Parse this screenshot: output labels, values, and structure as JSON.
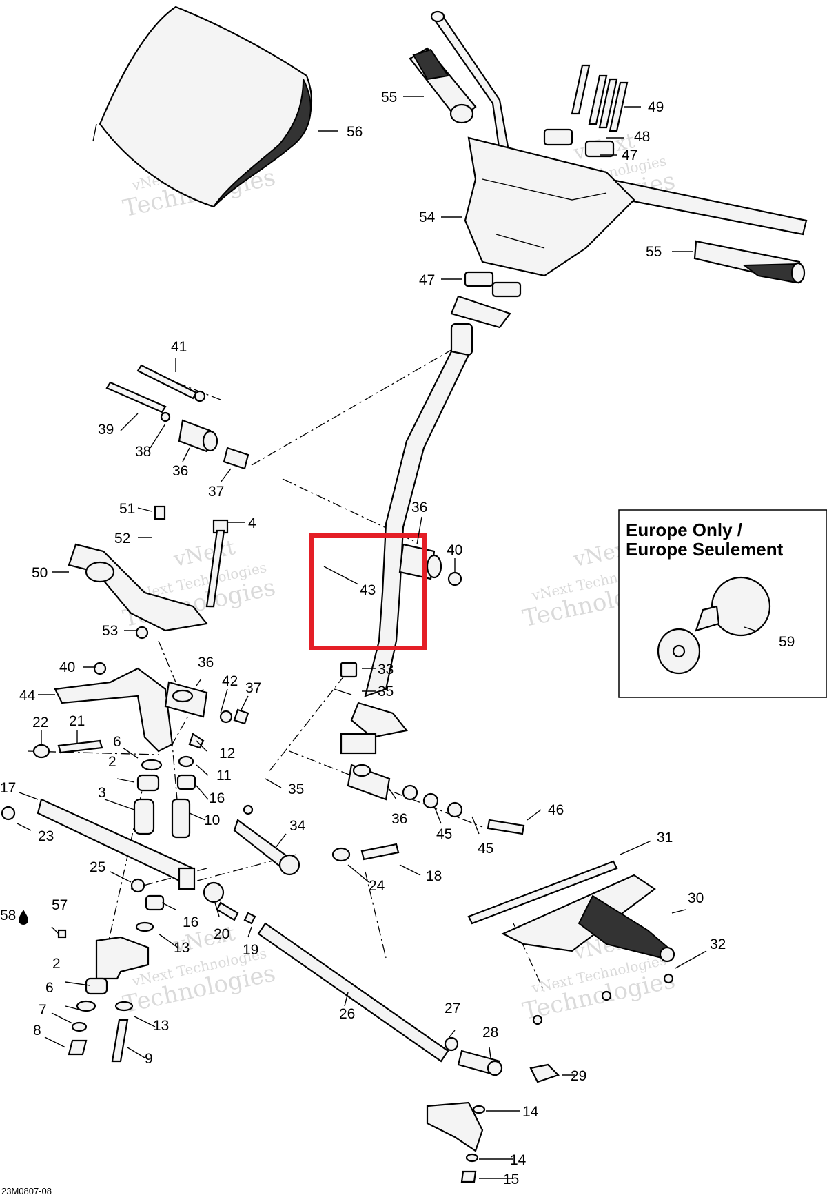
{
  "diagram": {
    "code": "23M0807-08",
    "watermark": {
      "line1": "vNext",
      "line2": "vNext Technologies",
      "line3": "Technologies"
    },
    "inset": {
      "title_line1": "Europe Only /",
      "title_line2": "Europe Seulement"
    },
    "highlight": {
      "label": "43",
      "color": "#e41e26"
    },
    "callouts": [
      {
        "id": "c56",
        "label": "56"
      },
      {
        "id": "c55a",
        "label": "55"
      },
      {
        "id": "c49",
        "label": "49"
      },
      {
        "id": "c48",
        "label": "48"
      },
      {
        "id": "c47a",
        "label": "47"
      },
      {
        "id": "c54",
        "label": "54"
      },
      {
        "id": "c55b",
        "label": "55"
      },
      {
        "id": "c47b",
        "label": "47"
      },
      {
        "id": "c41",
        "label": "41"
      },
      {
        "id": "c39",
        "label": "39"
      },
      {
        "id": "c38",
        "label": "38"
      },
      {
        "id": "c36a",
        "label": "36"
      },
      {
        "id": "c37a",
        "label": "37"
      },
      {
        "id": "c51",
        "label": "51"
      },
      {
        "id": "c4",
        "label": "4"
      },
      {
        "id": "c52",
        "label": "52"
      },
      {
        "id": "c50",
        "label": "50"
      },
      {
        "id": "c53",
        "label": "53"
      },
      {
        "id": "c36b",
        "label": "36"
      },
      {
        "id": "c40a",
        "label": "40"
      },
      {
        "id": "c59",
        "label": "59"
      },
      {
        "id": "c40b",
        "label": "40"
      },
      {
        "id": "c36c",
        "label": "36"
      },
      {
        "id": "c44",
        "label": "44"
      },
      {
        "id": "c42",
        "label": "42"
      },
      {
        "id": "c37b",
        "label": "37"
      },
      {
        "id": "c33",
        "label": "33"
      },
      {
        "id": "c35a",
        "label": "35"
      },
      {
        "id": "c22",
        "label": "22"
      },
      {
        "id": "c21",
        "label": "21"
      },
      {
        "id": "c6a",
        "label": "6"
      },
      {
        "id": "c12",
        "label": "12"
      },
      {
        "id": "c2a",
        "label": "2"
      },
      {
        "id": "c11",
        "label": "11"
      },
      {
        "id": "c17",
        "label": "17"
      },
      {
        "id": "c3",
        "label": "3"
      },
      {
        "id": "c16a",
        "label": "16"
      },
      {
        "id": "c35b",
        "label": "35"
      },
      {
        "id": "c10",
        "label": "10"
      },
      {
        "id": "c46",
        "label": "46"
      },
      {
        "id": "c23",
        "label": "23"
      },
      {
        "id": "c36d",
        "label": "36"
      },
      {
        "id": "c34",
        "label": "34"
      },
      {
        "id": "c45a",
        "label": "45"
      },
      {
        "id": "c45b",
        "label": "45"
      },
      {
        "id": "c31",
        "label": "31"
      },
      {
        "id": "c25",
        "label": "25"
      },
      {
        "id": "c18",
        "label": "18"
      },
      {
        "id": "c24",
        "label": "24"
      },
      {
        "id": "c30",
        "label": "30"
      },
      {
        "id": "c58",
        "label": "58"
      },
      {
        "id": "c57",
        "label": "57"
      },
      {
        "id": "c16b",
        "label": "16"
      },
      {
        "id": "c20",
        "label": "20"
      },
      {
        "id": "c19",
        "label": "19"
      },
      {
        "id": "c13a",
        "label": "13"
      },
      {
        "id": "c32",
        "label": "32"
      },
      {
        "id": "c2b",
        "label": "2"
      },
      {
        "id": "c6b",
        "label": "6"
      },
      {
        "id": "c26",
        "label": "26"
      },
      {
        "id": "c7",
        "label": "7"
      },
      {
        "id": "c13b",
        "label": "13"
      },
      {
        "id": "c27",
        "label": "27"
      },
      {
        "id": "c8",
        "label": "8"
      },
      {
        "id": "c9",
        "label": "9"
      },
      {
        "id": "c28",
        "label": "28"
      },
      {
        "id": "c29",
        "label": "29"
      },
      {
        "id": "c14a",
        "label": "14"
      },
      {
        "id": "c14b",
        "label": "14"
      },
      {
        "id": "c15",
        "label": "15"
      }
    ]
  }
}
